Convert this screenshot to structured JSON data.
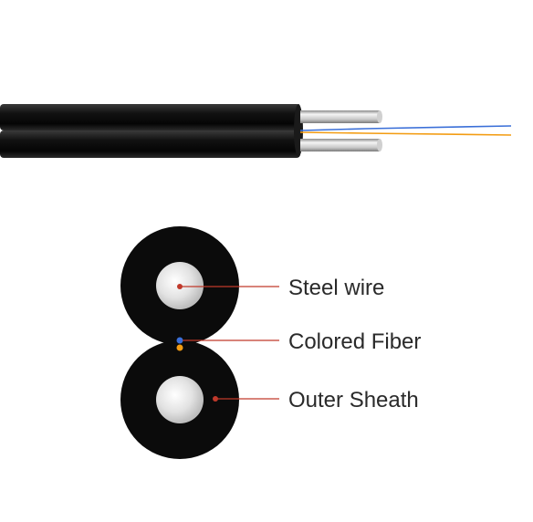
{
  "diagram": {
    "labels": {
      "steel_wire": "Steel wire",
      "colored_fiber": "Colored Fiber",
      "outer_sheath": "Outer Sheath"
    },
    "colors": {
      "sheath": "#0b0b0b",
      "sheath_highlight": "#3a3a3a",
      "steel": "#d9d9d9",
      "steel_highlight": "#ffffff",
      "leader_line": "#c0392b",
      "fiber_blue": "#3a6fd8",
      "fiber_orange": "#f39c12",
      "label_text": "#2a2a2a"
    }
  }
}
